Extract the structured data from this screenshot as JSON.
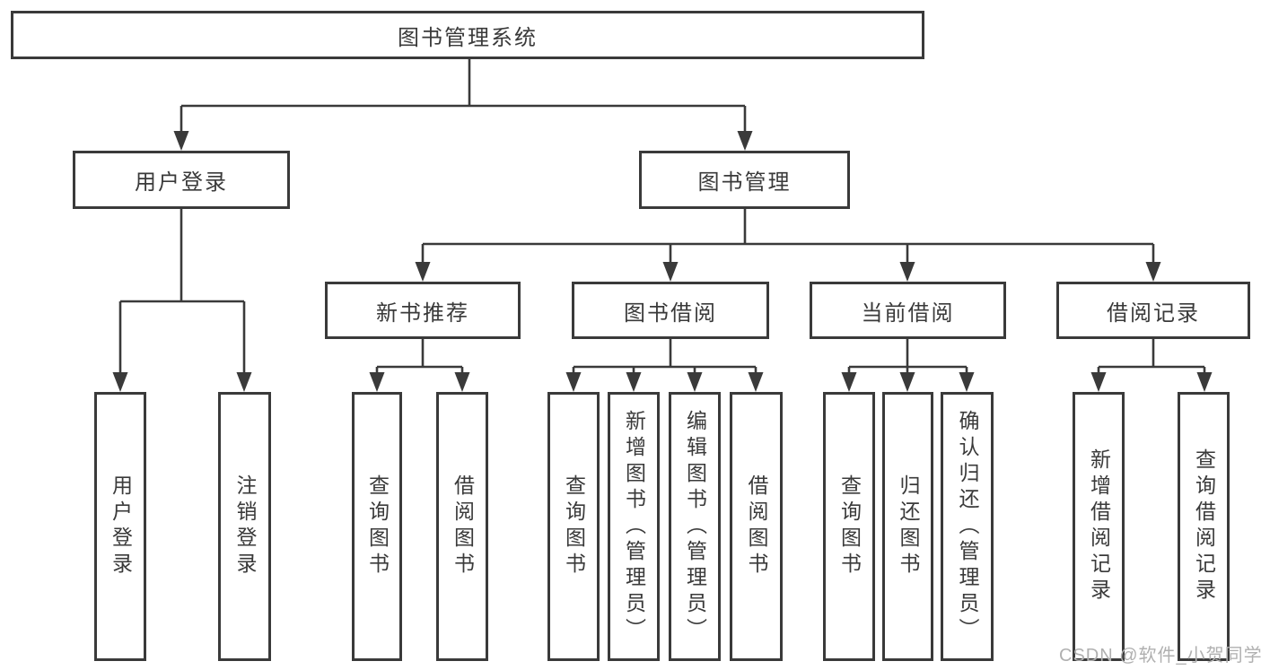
{
  "diagram": {
    "title": "图书管理系统",
    "colors": {
      "line": "#3a3a3a",
      "text": "#3a3a3a",
      "background": "#ffffff",
      "watermark": "#b0b0b0"
    },
    "nodes": {
      "root": "图书管理系统",
      "user_login": "用户登录",
      "book_management": "图书管理",
      "new_book_recommend": "新书推荐",
      "book_borrowing": "图书借阅",
      "current_borrowing": "当前借阅",
      "borrowing_records": "借阅记录",
      "leaves": {
        "login_user_login": "用户登录",
        "login_logout": "注销登录",
        "recommend_query_book": "查询图书",
        "recommend_borrow_book": "借阅图书",
        "borrow_query_book": "查询图书",
        "borrow_add_book": "新增图书（管理员）",
        "borrow_edit_book": "编辑图书（管理员）",
        "borrow_borrow_book": "借阅图书",
        "current_query_book": "查询图书",
        "current_return_book": "归还图书",
        "current_confirm_return": "确认归还（管理员）",
        "records_add_record": "新增借阅记录",
        "records_query_record": "查询借阅记录"
      }
    },
    "watermark": "CSDN @软件_小贺同学"
  }
}
